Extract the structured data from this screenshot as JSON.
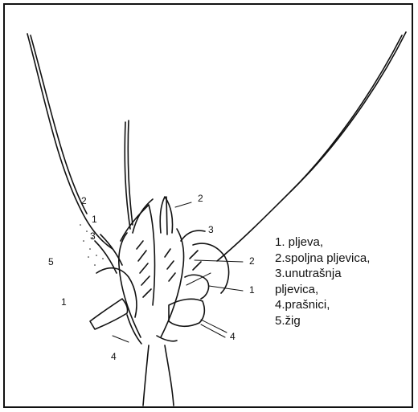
{
  "figure": {
    "legend": [
      "1.  pljeva,",
      "2.spoljna  pljevica,",
      "3.unutrašnja",
      "pljevica,",
      "4.prašnici,",
      "5.žig"
    ],
    "callouts": {
      "left_2": "2",
      "left_1": "1",
      "left_3": "3",
      "left_5": "5",
      "left_1b": "1",
      "bottom_4a": "4",
      "top_2": "2",
      "right_3": "3",
      "right_2": "2",
      "right_1": "1",
      "right_4": "4"
    }
  }
}
